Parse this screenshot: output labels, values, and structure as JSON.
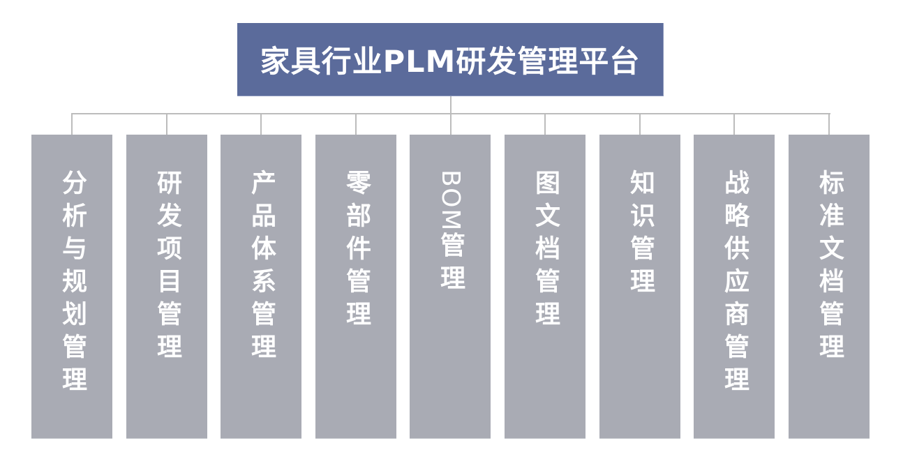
{
  "diagram": {
    "type": "org-chart",
    "root": {
      "label": "家具行业PLM研发管理平台",
      "color": "#5b6b9b",
      "text_color": "#ffffff"
    },
    "connector_color": "#bcbcbc",
    "child_color": "#a9abb4",
    "child_text_color": "#ffffff",
    "children": [
      {
        "label": "分析与规划管理"
      },
      {
        "label": "研发项目管理"
      },
      {
        "label": "产品体系管理"
      },
      {
        "label": "零部件管理"
      },
      {
        "label": "BOM管理",
        "latin": "BOM",
        "cjk": "管理"
      },
      {
        "label": "图文档管理"
      },
      {
        "label": "知识管理"
      },
      {
        "label": "战略供应商管理"
      },
      {
        "label": "标准文档管理"
      }
    ]
  }
}
